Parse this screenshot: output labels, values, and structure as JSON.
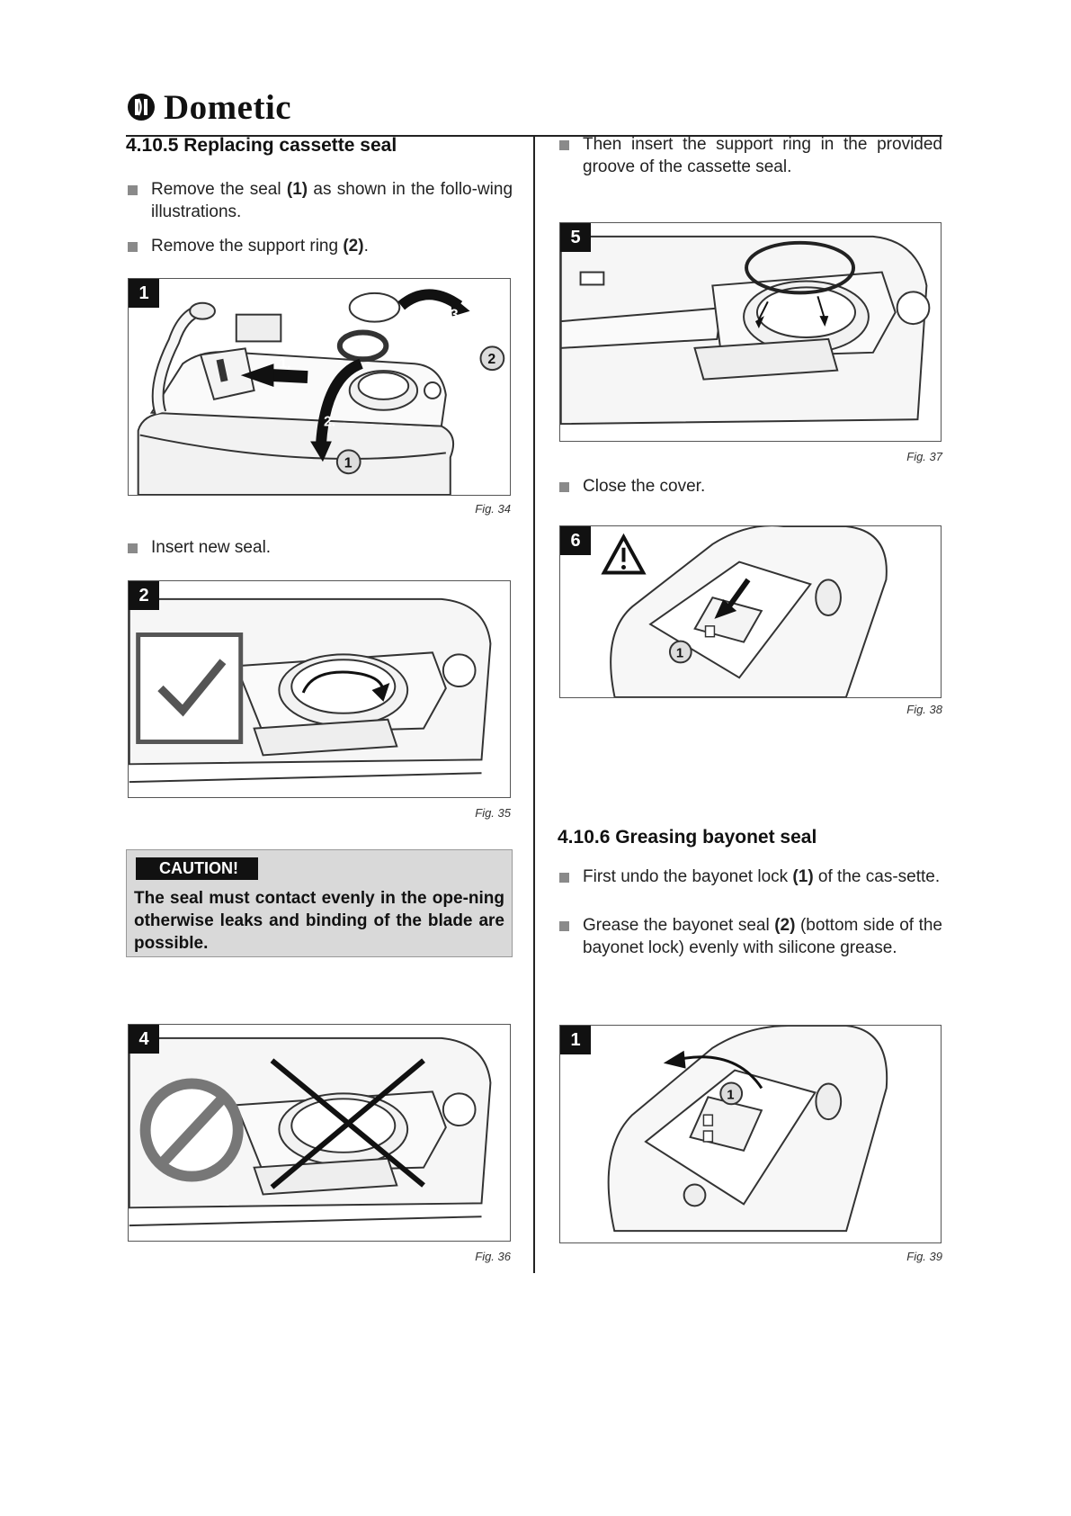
{
  "brand": {
    "name": "Dometic"
  },
  "left": {
    "heading": "4.10.5 Replacing cassette seal",
    "bullets": [
      [
        "Remove the seal ",
        "(1)",
        " as shown in the follo-wing illustrations."
      ],
      [
        "Remove the support ring ",
        "(2)",
        "."
      ]
    ],
    "insert_text": "Insert new seal.",
    "caution": {
      "title": "CAUTION!",
      "text": "The seal must contact evenly in the ope-ning otherwise leaks and binding of the blade are possible."
    }
  },
  "right": {
    "intro": "Then insert the support ring in the provided groove of the cassette seal.",
    "close_text": "Close the cover.",
    "heading2": "4.10.6 Greasing bayonet seal",
    "bullets2": [
      [
        "First undo the bayonet lock ",
        "(1)",
        " of the cas-sette."
      ],
      [
        "Grease the bayonet seal ",
        "(2)",
        " (bottom side of the bayonet lock) evenly with silicone grease."
      ]
    ]
  },
  "figures": {
    "f34": {
      "panel": "1",
      "caption": "Fig. 34",
      "labels": [
        "1.",
        "2.",
        "3.",
        "1",
        "2"
      ]
    },
    "f35": {
      "panel": "2",
      "caption": "Fig. 35"
    },
    "f36": {
      "panel": "4",
      "caption": "Fig. 36"
    },
    "f37": {
      "panel": "5",
      "caption": "Fig. 37"
    },
    "f38": {
      "panel": "6",
      "caption": "Fig. 38",
      "labels": [
        "1"
      ]
    },
    "f39": {
      "panel": "1",
      "caption": "Fig. 39",
      "labels": [
        "1"
      ]
    }
  }
}
